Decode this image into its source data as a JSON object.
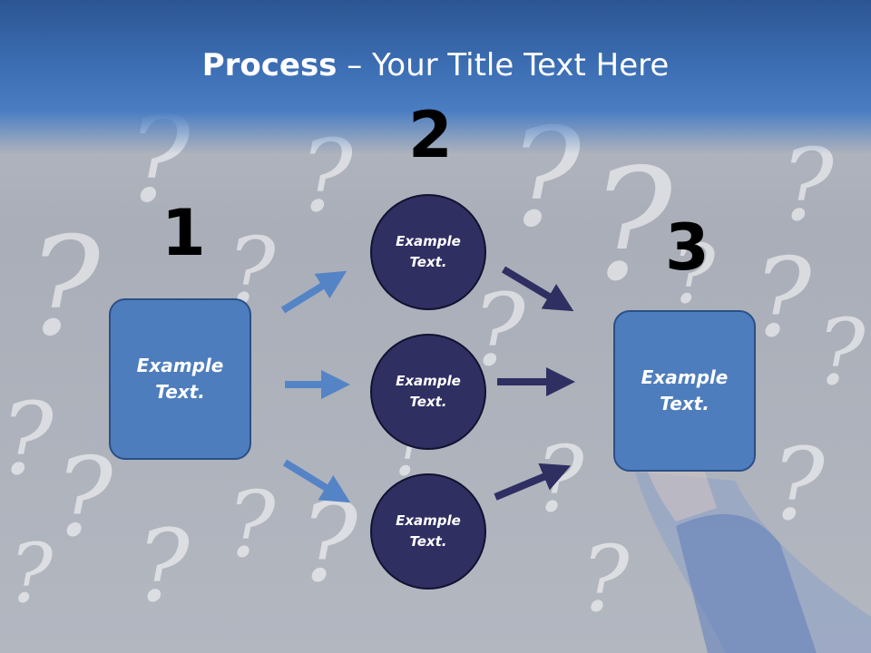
{
  "title": {
    "bold": "Process",
    "rest": " – Your Title Text Here"
  },
  "steps": [
    {
      "number": "1",
      "text": "Example Text."
    },
    {
      "number": "2",
      "items": [
        "Example Text.",
        "Example Text.",
        "Example Text."
      ]
    },
    {
      "number": "3",
      "text": "Example Text."
    }
  ],
  "colors": {
    "box_fill": "#4e7dbd",
    "circle_fill": "#2f2f62",
    "arrow_light": "#5584c6",
    "arrow_dark": "#2f2f62",
    "header": "#3d6fb5"
  }
}
